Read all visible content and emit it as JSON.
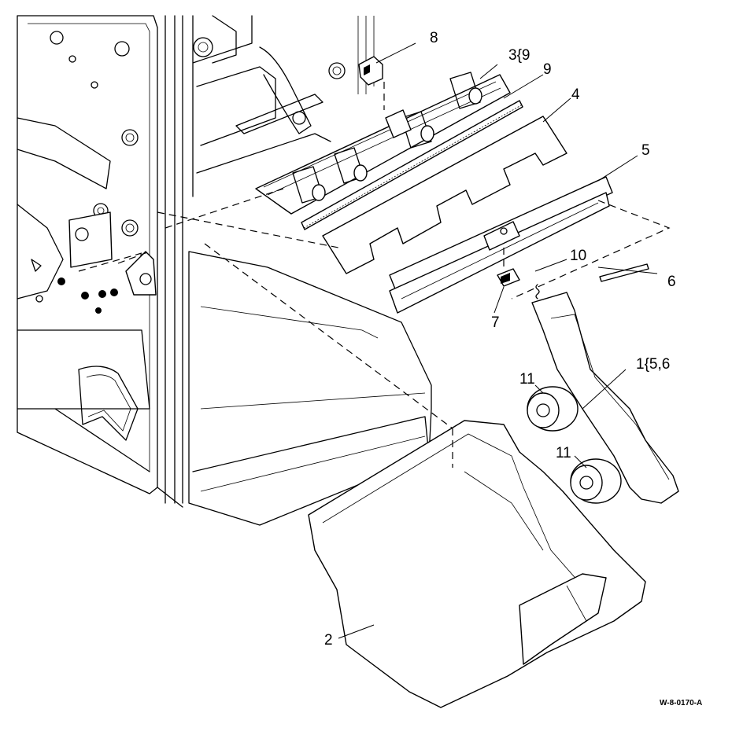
{
  "diagram": {
    "figure_id": "W-8-0170-A",
    "callouts": [
      {
        "id": "c1",
        "label": "1{5,6"
      },
      {
        "id": "c2",
        "label": "2"
      },
      {
        "id": "c3",
        "label": "3{9"
      },
      {
        "id": "c4",
        "label": "4"
      },
      {
        "id": "c5",
        "label": "5"
      },
      {
        "id": "c6",
        "label": "6"
      },
      {
        "id": "c7",
        "label": "7"
      },
      {
        "id": "c8",
        "label": "8"
      },
      {
        "id": "c9",
        "label": "9"
      },
      {
        "id": "c10",
        "label": "10"
      },
      {
        "id": "c11a",
        "label": "11"
      },
      {
        "id": "c11b",
        "label": "11"
      }
    ]
  }
}
